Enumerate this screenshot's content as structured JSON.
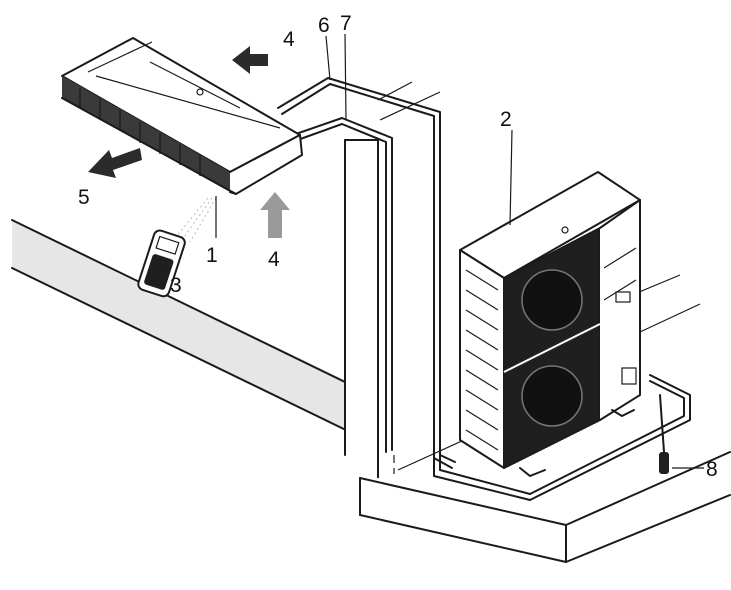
{
  "labels": {
    "indoor_unit": "1",
    "outdoor_unit": "2",
    "remote_control": "3",
    "air_in_top": "4",
    "air_in_bottom": "4",
    "air_out": "5",
    "pipe_6": "6",
    "pipe_7": "7",
    "drain": "8"
  },
  "colors": {
    "line": "#1a1a1a",
    "wall": "#e6e6e6",
    "arrow_dark": "#2b2b2b",
    "arrow_light": "#9a9a9a",
    "fan_panel": "#1f1f1f"
  }
}
